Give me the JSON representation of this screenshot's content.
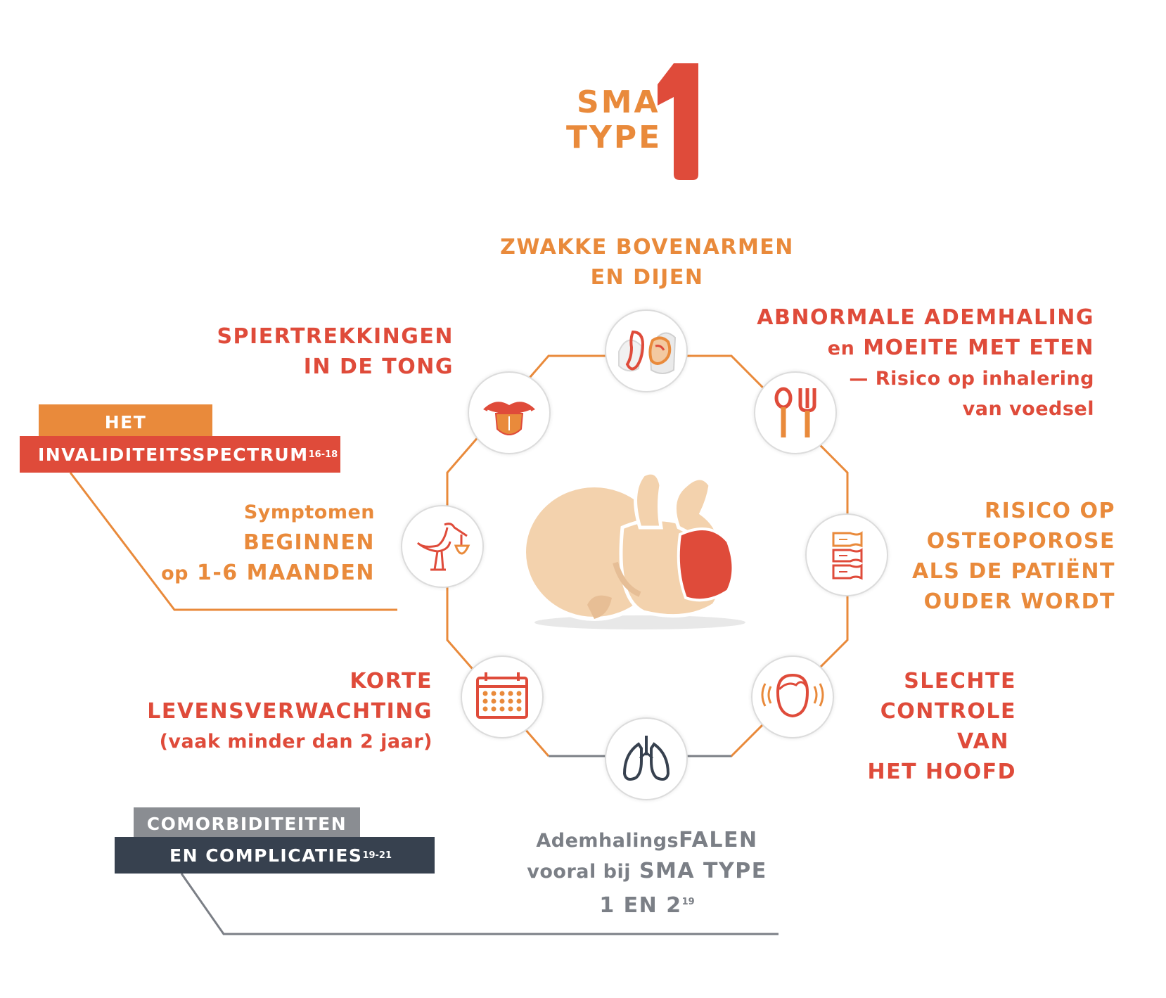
{
  "title": {
    "line1": "SMA",
    "line2": "TYPE",
    "number": "1"
  },
  "tags": {
    "het": "HET",
    "invaliditeit": "INVALIDITEITSSPECTRUM",
    "invaliditeit_ref": "16-18",
    "comorbiditeiten": "COMORBIDITEITEN",
    "complicaties": "EN COMPLICATIES",
    "complicaties_ref": "19-21"
  },
  "labels": {
    "zwakke": [
      "ZWAKKE BOVENARMEN",
      "EN DIJEN"
    ],
    "spier": [
      "SPIERTREKKINGEN",
      "IN DE TONG"
    ],
    "adem": {
      "l1": "ABNORMALE ADEMHALING",
      "l2_small": "en",
      "l2": "MOEITE MET ETEN",
      "l3": "— Risico op inhalering",
      "l4": "van voedsel"
    },
    "symptomen": {
      "l1": "Symptomen",
      "l2": "BEGINNEN",
      "l3_small": "op",
      "l3": "1-6 MAANDEN"
    },
    "risico": [
      "RISICO OP",
      "OSTEOPOROSE",
      "ALS DE PATIËNT",
      "OUDER WORDT"
    ],
    "korte": [
      "KORTE",
      "LEVENSVERWACHTING",
      "(vaak minder dan 2 jaar)"
    ],
    "slechte": [
      "SLECHTE",
      "CONTROLE",
      "VAN",
      "HET HOOFD"
    ],
    "falen": {
      "l1_small": "Ademhalings",
      "l1": "FALEN",
      "l2_small": "vooral bij",
      "l2": "SMA TYPE",
      "l3": "1 EN 2",
      "l3_ref": "19"
    }
  },
  "icons": [
    "legs-icon",
    "tongue-icon",
    "fork-spoon-icon",
    "stork-icon",
    "spine-icon",
    "calendar-icon",
    "head-shake-icon",
    "lungs-icon",
    "baby-illustration"
  ],
  "colors": {
    "orange": "#e98a3b",
    "red": "#df4b3a",
    "gray": "#7b7f86",
    "navy": "#37414f",
    "tag_gray": "#8a8d92"
  }
}
